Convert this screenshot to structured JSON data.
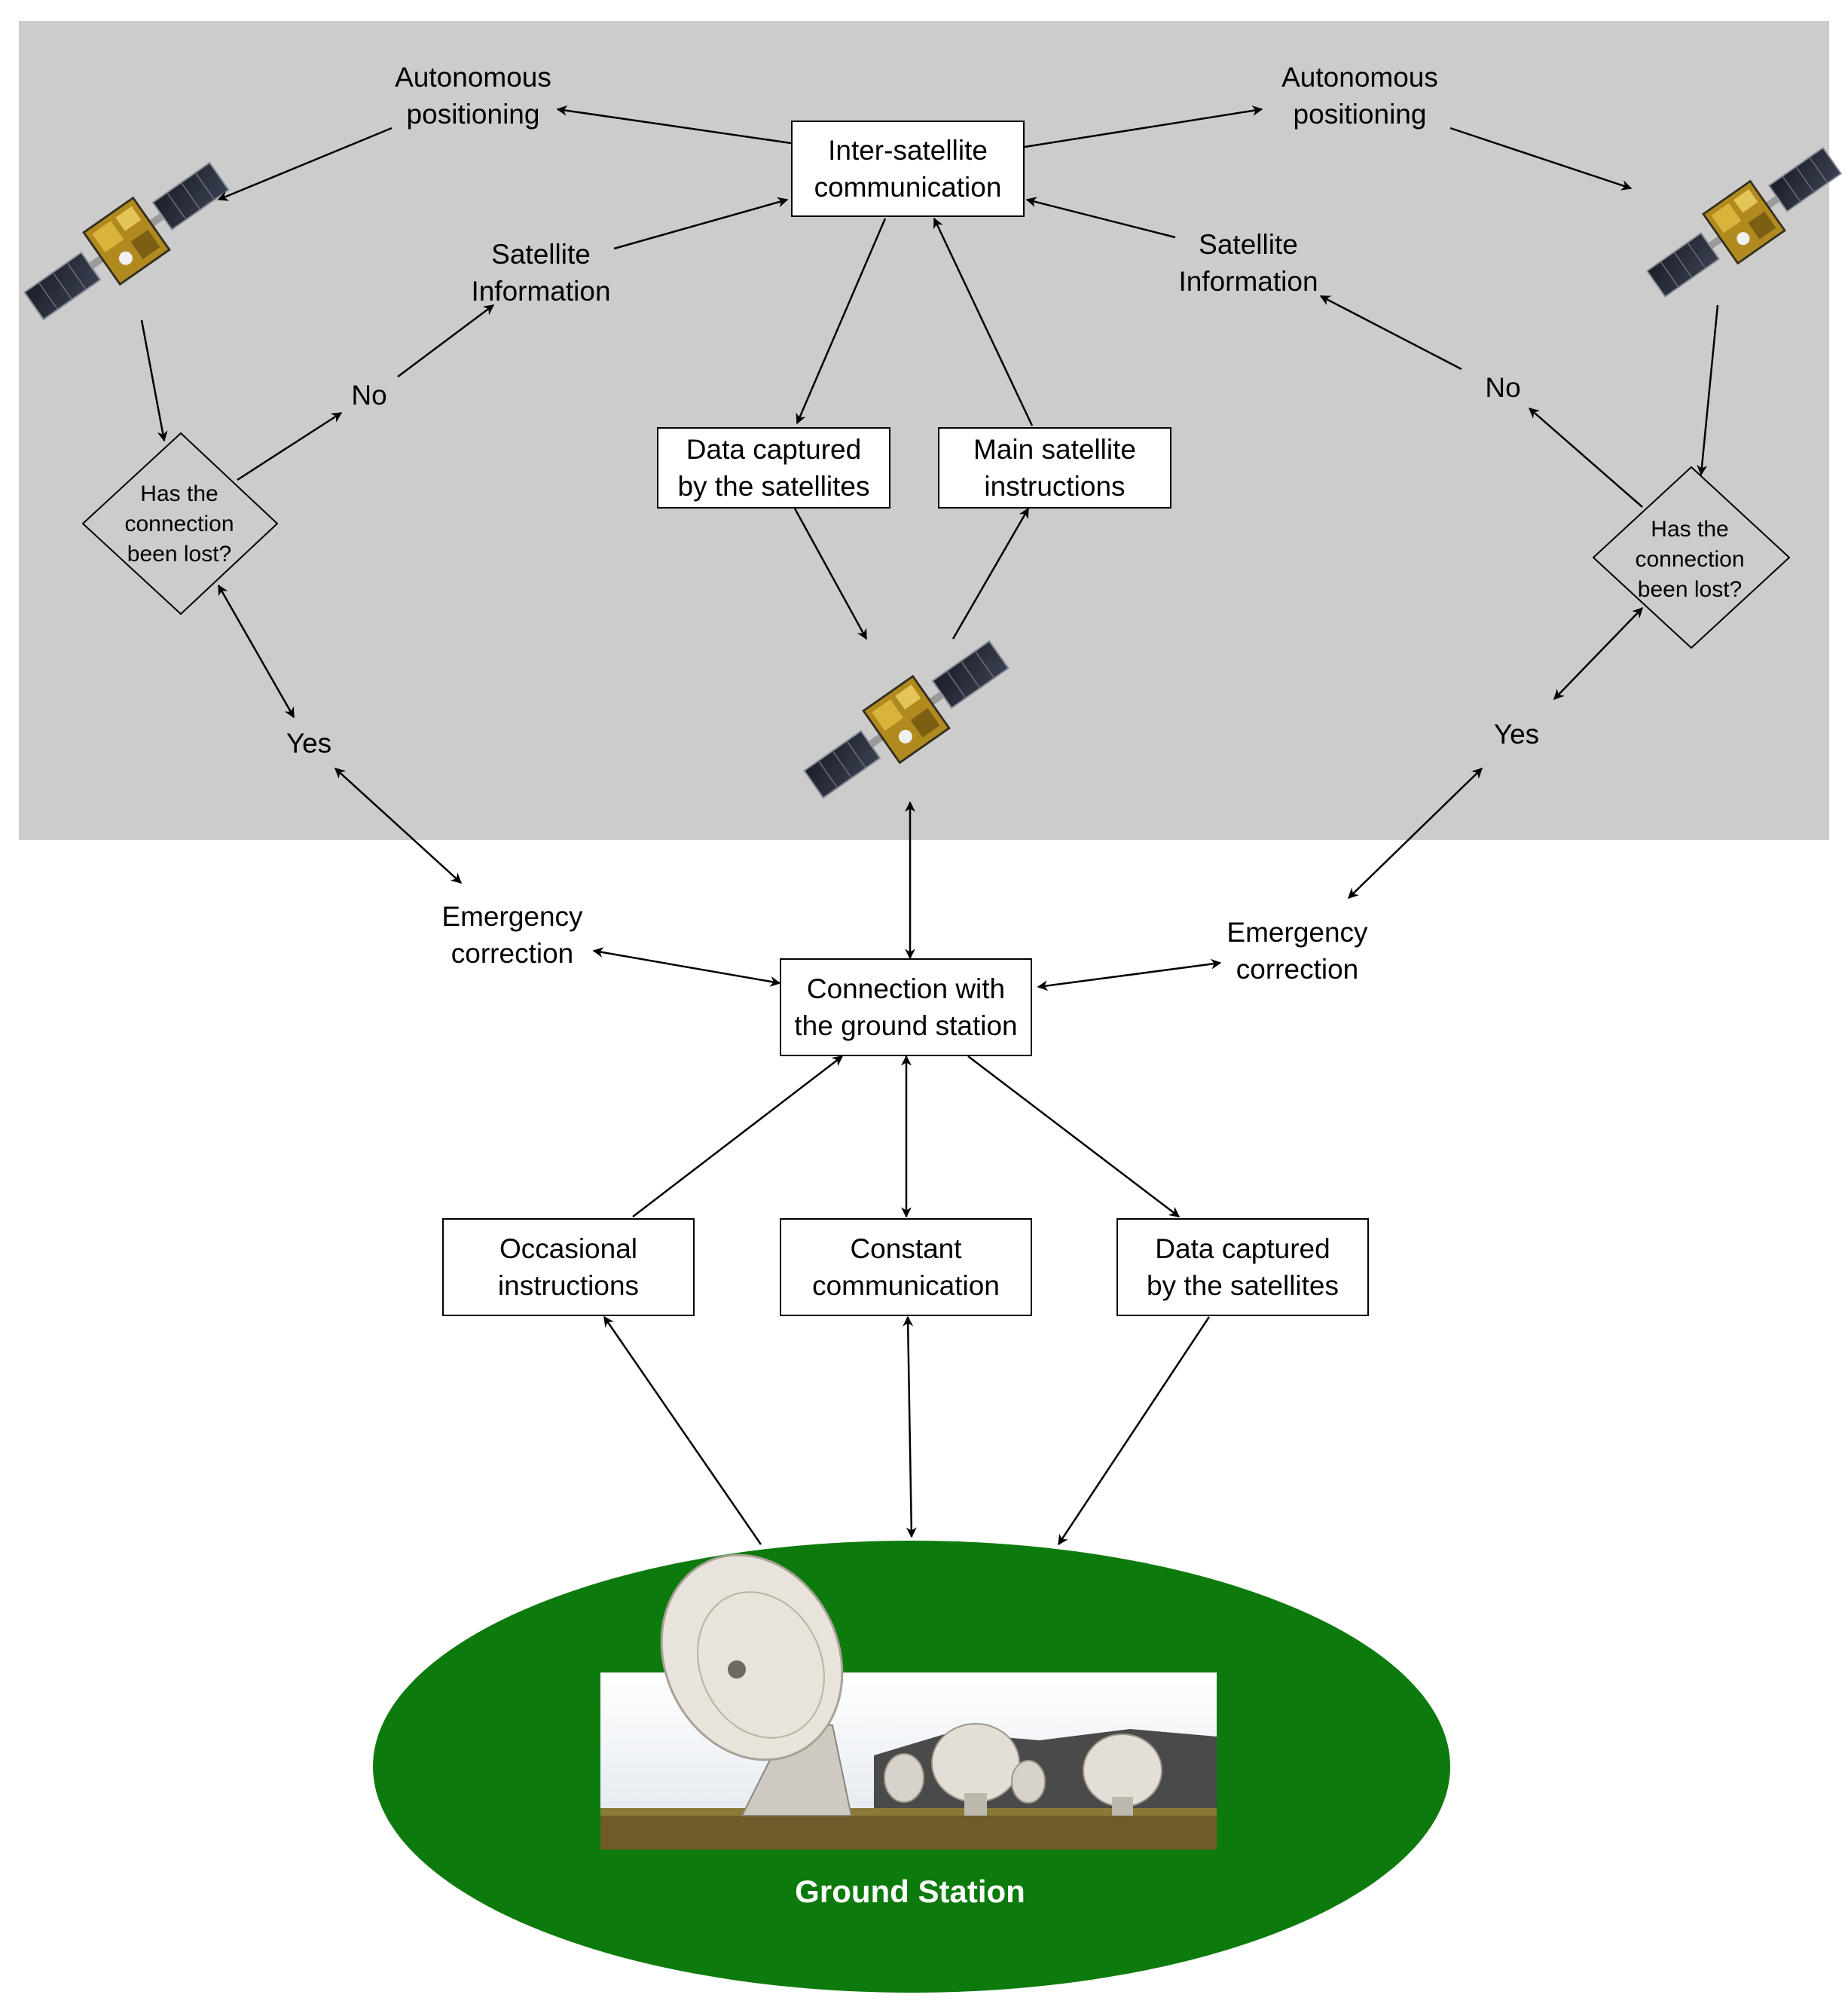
{
  "diagram": {
    "top_arrow_labels": {
      "autonomous_left": "Autonomous\npositioning",
      "autonomous_right": "Autonomous\npositioning",
      "satinfo_left": "Satellite\nInformation",
      "satinfo_right": "Satellite\nInformation"
    },
    "boxes": {
      "inter_satellite": "Inter-satellite\ncommunication",
      "data_captured_top": "Data captured\nby the satellites",
      "main_instructions": "Main satellite\ninstructions",
      "ground_connection": "Connection with\nthe ground station",
      "occasional": "Occasional\ninstructions",
      "constant": "Constant\ncommunication",
      "data_captured_bottom": "Data captured\nby the satellites"
    },
    "decisions": {
      "left": "Has the\nconnection\nbeen lost?",
      "right": "Has the\nconnection\nbeen lost?"
    },
    "branch_labels": {
      "no_left": "No",
      "no_right": "No",
      "yes_left": "Yes",
      "yes_right": "Yes"
    },
    "emergency": {
      "left": "Emergency\ncorrection",
      "right": "Emergency\ncorrection"
    },
    "ground_station": {
      "title": "Ground Station"
    }
  },
  "colors": {
    "space_band": "#cccccc",
    "ground_ellipse": "#0d7a0d",
    "ground_text": "#ffffff"
  },
  "icons": [
    "satellite-icon",
    "satellite-dish-icon"
  ]
}
